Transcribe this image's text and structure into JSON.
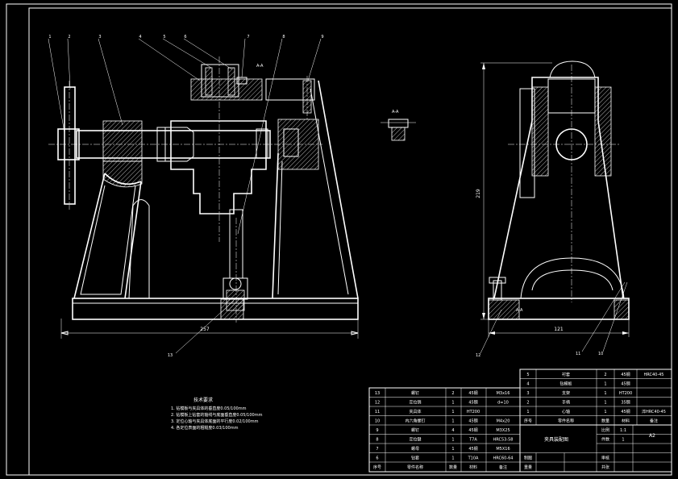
{
  "part_numbers": [
    "1",
    "2",
    "3",
    "4",
    "5",
    "6",
    "7",
    "8",
    "9"
  ],
  "front_dimension": "257",
  "front_callout_13": "13",
  "side_height_dim": "219",
  "side_width_dim": "121",
  "side_callouts": [
    "12",
    "11",
    "10"
  ],
  "section_label_a": "A-A",
  "section_label_b": "A-A",
  "section_label_c": "A-A",
  "tech_title": "技术要求",
  "tech_notes": [
    "1. 钻模板与夹具体的垂直度0.05/100mm",
    "2. 钻模板上钻套的轴线与底面垂直度0.05/100mm",
    "3. 定位心轴与夹具体底面的平行度0.02/100mm",
    "4. 各定位表面的粗糙度0.03/100mm"
  ],
  "bom_rows": [
    {
      "no": "13",
      "name": "螺钉",
      "qty": "2",
      "mat": "45钢",
      "spec": "M3x16"
    },
    {
      "no": "12",
      "name": "定位销",
      "qty": "1",
      "mat": "45钢",
      "spec": "d=10"
    },
    {
      "no": "11",
      "name": "夹具体",
      "qty": "1",
      "mat": "HT200",
      "spec": ""
    },
    {
      "no": "10",
      "name": "内六角螺钉",
      "qty": "1",
      "mat": "45钢",
      "spec": "M4x20"
    },
    {
      "no": "9",
      "name": "螺钉",
      "qty": "4",
      "mat": "45钢",
      "spec": "M3X25"
    },
    {
      "no": "8",
      "name": "定位键",
      "qty": "1",
      "mat": "T7A",
      "spec": "HRC53-58"
    },
    {
      "no": "7",
      "name": "螺母",
      "qty": "1",
      "mat": "45钢",
      "spec": "M5X16"
    },
    {
      "no": "6",
      "name": "钻套",
      "qty": "1",
      "mat": "T10A",
      "spec": "HRC60-64"
    }
  ],
  "bom_header": {
    "no": "序号",
    "name": "零件名称",
    "qty": "数量",
    "mat": "材料",
    "spec": "备注"
  },
  "right_rows": [
    {
      "no": "5",
      "name": "衬套",
      "qty": "2",
      "mat": "45钢",
      "spec": "HRC40-45"
    },
    {
      "no": "4",
      "name": "钻模板",
      "qty": "1",
      "mat": "45钢",
      "spec": ""
    },
    {
      "no": "3",
      "name": "支架",
      "qty": "1",
      "mat": "HT200",
      "spec": ""
    },
    {
      "no": "2",
      "name": "手柄",
      "qty": "1",
      "mat": "35钢",
      "spec": ""
    },
    {
      "no": "1",
      "name": "心轴",
      "qty": "1",
      "mat": "45钢",
      "spec": "淬HRC40-45"
    }
  ],
  "right_header": {
    "no": "序号",
    "name": "零件名称",
    "qty": "数量",
    "mat": "材料",
    "spec": "备注"
  },
  "title_block": {
    "drawing_name": "夹具装配图",
    "scale_label": "比例",
    "scale": "1:1",
    "count_label": "件数",
    "count": "1",
    "sheet": "A2",
    "row3_a": "制图",
    "row3_b": "审核",
    "row4_a": "重量",
    "row4_b": "共张"
  }
}
